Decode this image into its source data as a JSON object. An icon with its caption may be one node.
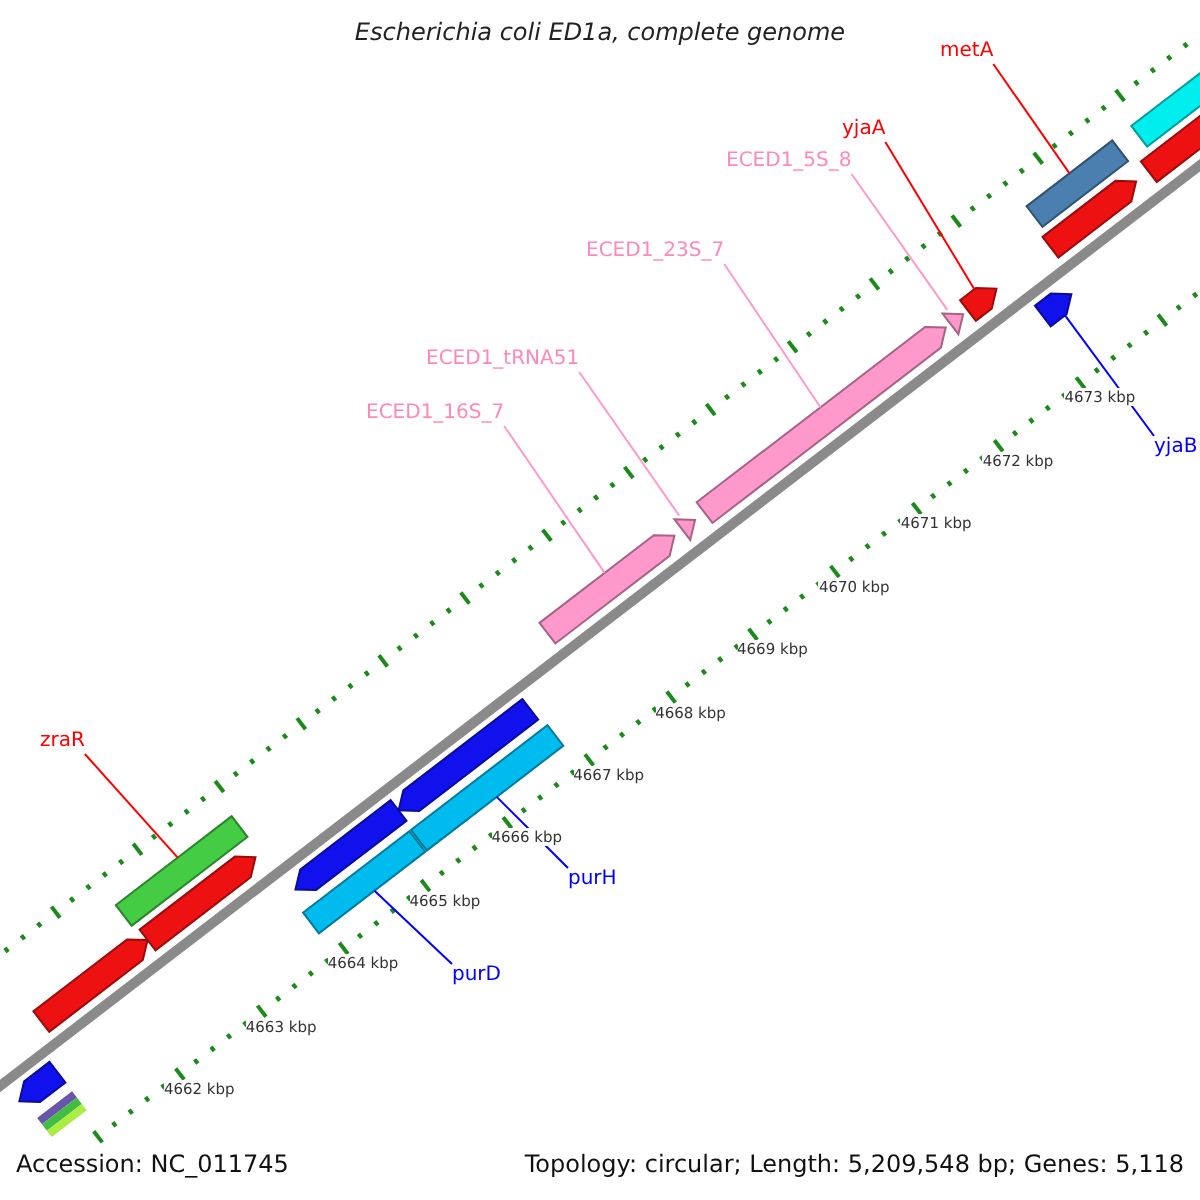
{
  "diagram": {
    "title": "Escherichia coli ED1a, complete genome",
    "nodes": [
      {
        "text": [
          "metA"
        ]
      },
      {
        "text": [
          "yjaA"
        ]
      },
      {
        "text": [
          "ECED1_5S_8"
        ]
      },
      {
        "text": [
          "ECED1_23S_7"
        ]
      },
      {
        "text": [
          "ECED1_tRNA51"
        ]
      },
      {
        "text": [
          "ECED1_16S_7"
        ]
      },
      {
        "text": [
          "yjaB"
        ]
      },
      {
        "text": [
          "zraR"
        ]
      },
      {
        "text": [
          "purH"
        ]
      },
      {
        "text": [
          "purD"
        ]
      },
      {
        "text": [],
        "shape": "bar"
      },
      {
        "text": [],
        "shape": "bar"
      },
      {
        "text": [],
        "shape": "bar"
      },
      {
        "text": [],
        "shape": "arrow"
      },
      {
        "text": [],
        "shape": "triangle"
      },
      {
        "text": [],
        "shape": "arrow"
      },
      {
        "text": [],
        "shape": "triangle"
      },
      {
        "text": [],
        "shape": "arrow"
      },
      {
        "text": [],
        "shape": "arrow"
      },
      {
        "text": [],
        "shape": "bar"
      }
    ],
    "edges": [
      {
        "from": 0,
        "to": 19,
        "arrow": "none",
        "color": "#ff0000"
      },
      {
        "from": 1,
        "to": 17,
        "arrow": "none",
        "color": "#ff0000"
      },
      {
        "from": 2,
        "to": 16,
        "arrow": "none",
        "color": "#ff99cc"
      },
      {
        "from": 3,
        "to": 15,
        "arrow": "none",
        "color": "#ff99cc"
      },
      {
        "from": 4,
        "to": 14,
        "arrow": "none",
        "color": "#ff99cc"
      },
      {
        "from": 5,
        "to": 13,
        "arrow": "none",
        "color": "#ff99cc"
      },
      {
        "from": 6,
        "to": 18,
        "arrow": "none",
        "color": "#0000ff"
      },
      {
        "from": 7,
        "to": 10,
        "arrow": "none",
        "color": "#ff0000"
      },
      {
        "from": 8,
        "to": 12,
        "arrow": "none",
        "color": "#0000ff"
      },
      {
        "from": 9,
        "to": 11,
        "arrow": "none",
        "color": "#0000ff"
      }
    ],
    "labels": [
      "4662 kbp",
      "4663 kbp",
      "4664 kbp",
      "4665 kbp",
      "4666 kbp",
      "4667 kbp",
      "4668 kbp",
      "4669 kbp",
      "4670 kbp",
      "4671 kbp",
      "4672 kbp",
      "4673 kbp",
      "Accession: NC_011745",
      "Topology: circular; Length: 5,209,548 bp; Genes: 5,118"
    ]
  }
}
